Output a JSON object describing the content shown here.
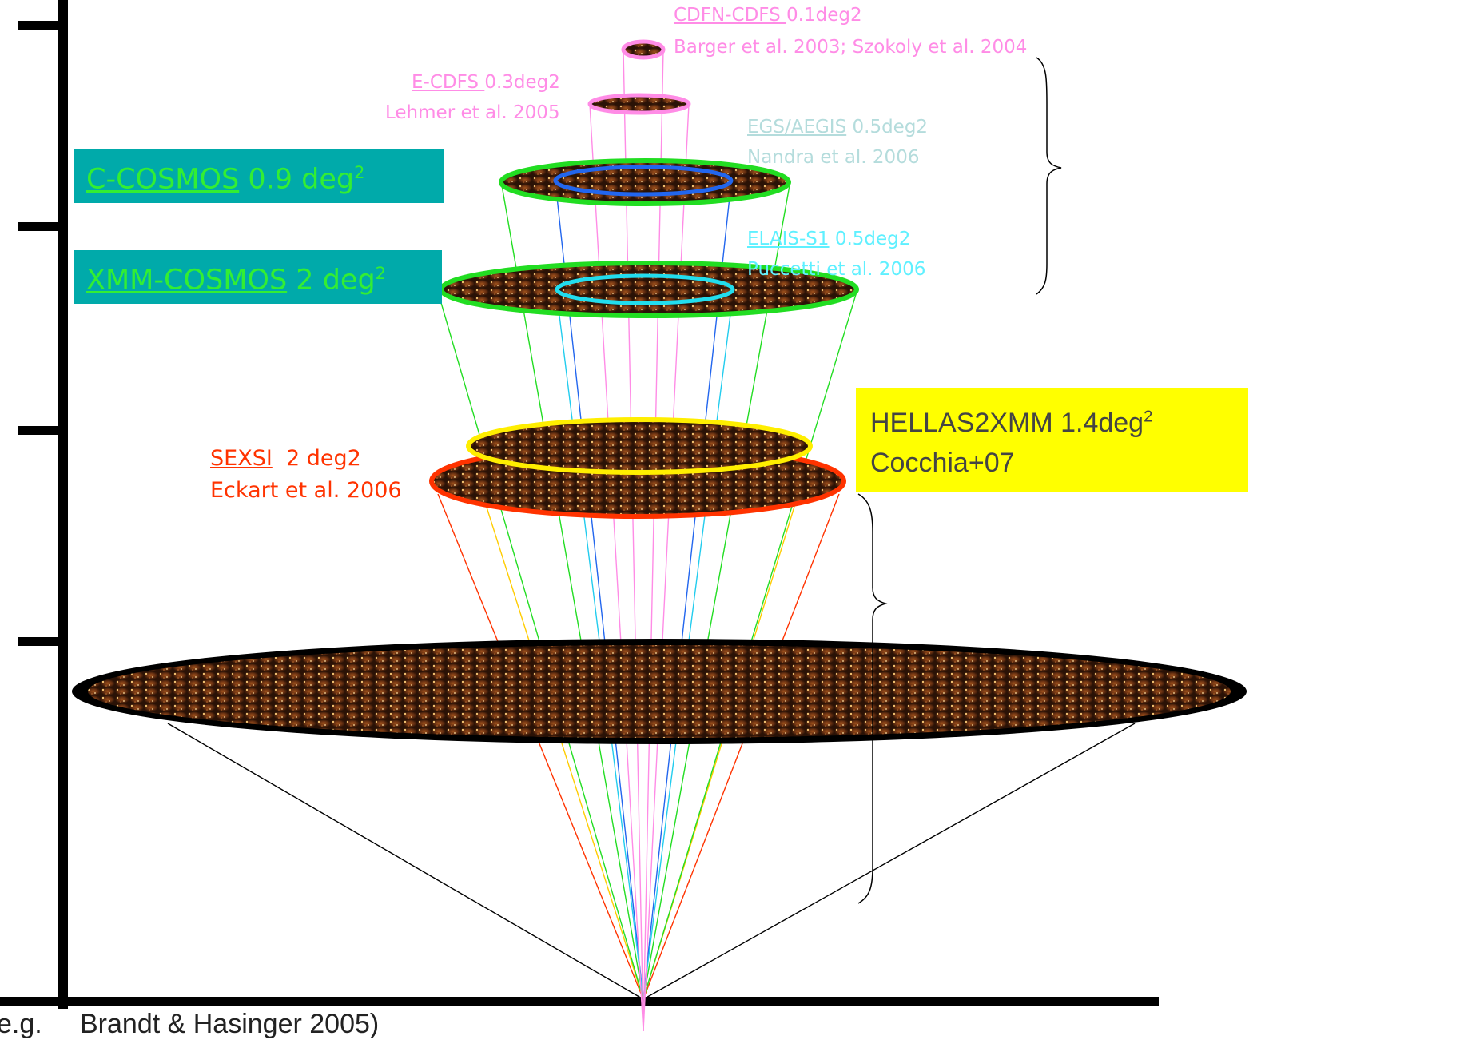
{
  "surveys": {
    "cdfn_cdfs": {
      "name": "CDFN-CDFS ",
      "area": "0.1deg2",
      "ref": "Barger et al. 2003; Szokoly et al. 2004",
      "color": "#ff8ce6"
    },
    "ecdfs": {
      "name": "E-CDFS ",
      "area": "0.3deg2",
      "ref": "Lehmer et al. 2005",
      "color": "#ff8ce6"
    },
    "egs": {
      "name": "EGS/AEGIS",
      "area": " 0.5deg2",
      "ref": "Nandra et al. 2006",
      "color": "#b4dcdc"
    },
    "elais": {
      "name": "ELAIS-S1",
      "area": " 0.5deg2",
      "ref": "Puccetti et al. 2006",
      "color": "#5ff0ff"
    },
    "sexsi": {
      "name": "SEXSI",
      "area": "  2 deg2",
      "ref": "Eckart et al. 2006",
      "color": "#ff3300"
    },
    "ccosmos": {
      "name": "C-COSMOS",
      "area": " 0.9 deg",
      "sup": "2",
      "color": "#33ee33",
      "box_color": "#00aaaa"
    },
    "xmmcosmos": {
      "name": "XMM-COSMOS",
      "area": " 2 deg",
      "sup": "2",
      "color": "#33ee33",
      "box_color": "#00aaaa"
    },
    "hellas": {
      "line1": "HELLAS2XMM 1.4deg",
      "sup": "2",
      "line2": "Cocchia+07",
      "color": "#444444",
      "box_color": "#ffff00"
    }
  },
  "footer": {
    "left": "e.g.",
    "text": "Brandt & Hasinger 2005)"
  },
  "colors": {
    "cone_black": "#000000",
    "ring_red": "#ff3300",
    "ring_yellow": "#ffee00",
    "ring_green": "#22dd22",
    "ring_blue": "#2266ee",
    "ring_cyan": "#22ddee",
    "ring_pink": "#ff8ce6",
    "field_fill": "#7a3a14"
  }
}
